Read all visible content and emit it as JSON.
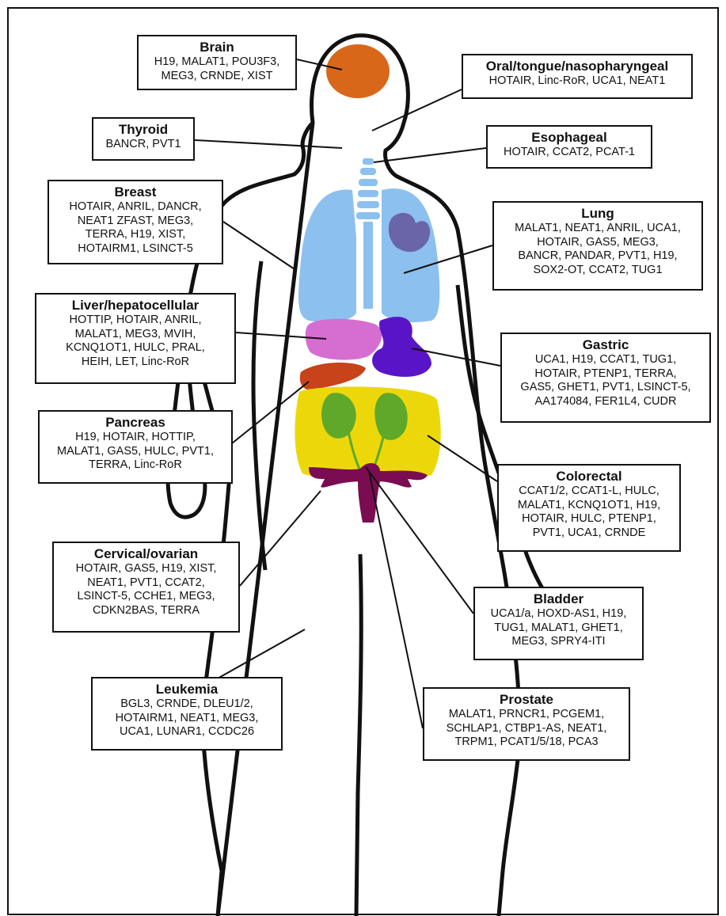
{
  "colors": {
    "body_outline": "#111111",
    "brain": "#d9671a",
    "airway_lungs": "#8cc0ef",
    "heart": "#6a65a8",
    "liver": "#d66ed1",
    "stomach": "#5a14c8",
    "pancreas": "#c8421a",
    "kidneys": "#5fa829",
    "intestine": "#ecd80a",
    "uterus": "#7a0c52"
  },
  "labels": [
    {
      "id": "brain",
      "title": "Brain",
      "lines": [
        "H19, MALAT1, POU3F3,",
        "MEG3, CRNDE, XIST"
      ]
    },
    {
      "id": "oral",
      "title": "Oral/tongue/nasopharyngeal",
      "lines": [
        "HOTAIR, Linc-RoR, UCA1, NEAT1"
      ]
    },
    {
      "id": "thyroid",
      "title": "Thyroid",
      "lines": [
        "BANCR, PVT1"
      ]
    },
    {
      "id": "esophageal",
      "title": "Esophageal",
      "lines": [
        "HOTAIR, CCAT2, PCAT-1"
      ]
    },
    {
      "id": "breast",
      "title": "Breast",
      "lines": [
        "HOTAIR, ANRIL, DANCR,",
        "NEAT1 ZFAST, MEG3,",
        "TERRA, H19, XIST,",
        "HOTAIRM1, LSINCT-5"
      ]
    },
    {
      "id": "lung",
      "title": "Lung",
      "lines": [
        "MALAT1, NEAT1, ANRIL, UCA1,",
        "HOTAIR, GAS5, MEG3,",
        "BANCR, PANDAR, PVT1, H19,",
        "SOX2-OT, CCAT2, TUG1"
      ]
    },
    {
      "id": "liver",
      "title": "Liver/hepatocellular",
      "lines": [
        "HOTTIP, HOTAIR, ANRIL,",
        "MALAT1, MEG3, MVIH,",
        "KCNQ1OT1, HULC, PRAL,",
        "HEIH, LET, Linc-RoR"
      ]
    },
    {
      "id": "gastric",
      "title": "Gastric",
      "lines": [
        "UCA1, H19, CCAT1, TUG1,",
        "HOTAIR, PTENP1, TERRA,",
        "GAS5, GHET1, PVT1, LSINCT-5,",
        "AA174084, FER1L4, CUDR"
      ]
    },
    {
      "id": "pancreas",
      "title": "Pancreas",
      "lines": [
        "H19, HOTAIR, HOTTIP,",
        "MALAT1, GAS5, HULC, PVT1,",
        "TERRA, Linc-RoR"
      ]
    },
    {
      "id": "colorectal",
      "title": "Colorectal",
      "lines": [
        "CCAT1/2, CCAT1-L, HULC,",
        "MALAT1, KCNQ1OT1, H19,",
        "HOTAIR, HULC, PTENP1,",
        "PVT1, UCA1, CRNDE"
      ]
    },
    {
      "id": "cervical",
      "title": "Cervical/ovarian",
      "lines": [
        "HOTAIR, GAS5, H19, XIST,",
        "NEAT1, PVT1, CCAT2,",
        "LSINCT-5, CCHE1, MEG3,",
        "CDKN2BAS, TERRA"
      ]
    },
    {
      "id": "bladder",
      "title": "Bladder",
      "lines": [
        "UCA1/a, HOXD-AS1, H19,",
        "TUG1, MALAT1, GHET1,",
        "MEG3, SPRY4-ITI"
      ]
    },
    {
      "id": "leukemia",
      "title": "Leukemia",
      "lines": [
        "BGL3, CRNDE, DLEU1/2,",
        "HOTAIRM1, NEAT1, MEG3,",
        "UCA1, LUNAR1, CCDC26"
      ]
    },
    {
      "id": "prostate",
      "title": "Prostate",
      "lines": [
        "MALAT1, PRNCR1, PCGEM1,",
        "SCHLAP1, CTBP1-AS, NEAT1,",
        "TRPM1, PCAT1/5/18, PCA3"
      ]
    }
  ]
}
